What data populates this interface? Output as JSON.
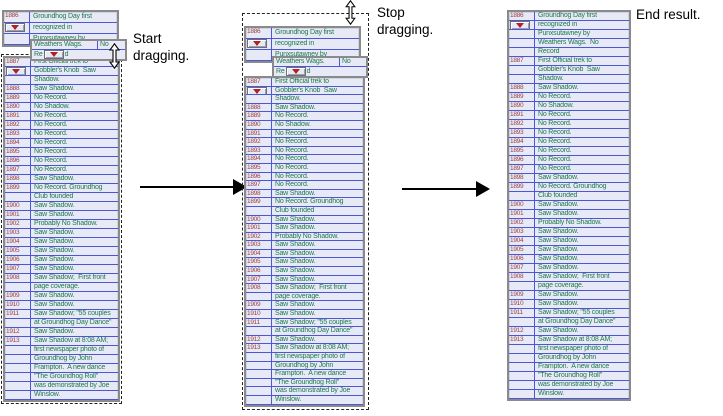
{
  "captions": {
    "start": "Start dragging.",
    "stop": "Stop dragging.",
    "end": "End result."
  },
  "colors": {
    "cell_background": "#e7eaf6",
    "grid_blue": "#4c57d6",
    "record_text_green": "#1f7a4a",
    "year_text_red": "#9c4040",
    "dropdown_arrow_red": "#b22222",
    "frame_gray": "#8a8a8a"
  },
  "icons": {
    "dropdown_arrow": "red-down-triangle",
    "resize_cursor": "vertical-double-arrow"
  },
  "fragments": {
    "a": {
      "entries": [
        {
          "year": "1886",
          "button": true,
          "lines": [
            "Groundhog Day first",
            "recognized in",
            "Punxsutawney by"
          ]
        }
      ]
    },
    "b": {
      "col1": "Weathers Wags.",
      "col2": "No",
      "pre": "Re",
      "post": "d"
    }
  },
  "drag_table": {
    "entries": [
      {
        "year": "1887",
        "button": true,
        "lines": [
          "First Official trek to",
          "Gobbler's Knob  Saw",
          "Shadow."
        ]
      },
      {
        "year": "1888",
        "lines": [
          "Saw Shadow."
        ]
      },
      {
        "year": "1889",
        "lines": [
          "No Record."
        ]
      },
      {
        "year": "1890",
        "lines": [
          "No Shadow."
        ]
      },
      {
        "year": "1891",
        "lines": [
          "No Record."
        ]
      },
      {
        "year": "1892",
        "lines": [
          "No Record."
        ]
      },
      {
        "year": "1893",
        "lines": [
          "No Record."
        ]
      },
      {
        "year": "1894",
        "lines": [
          "No Record."
        ]
      },
      {
        "year": "1895",
        "lines": [
          "No Record."
        ]
      },
      {
        "year": "1896",
        "lines": [
          "No Record."
        ]
      },
      {
        "year": "1897",
        "lines": [
          "No Record."
        ]
      },
      {
        "year": "1898",
        "lines": [
          "Saw Shadow."
        ]
      },
      {
        "year": "1899",
        "lines": [
          "No Record. Groundhog",
          "Club founded"
        ]
      },
      {
        "year": "1900",
        "lines": [
          "Saw Shadow."
        ]
      },
      {
        "year": "1901",
        "lines": [
          "Saw Shadow."
        ]
      },
      {
        "year": "1902",
        "lines": [
          "Probably No Shadow."
        ]
      },
      {
        "year": "1903",
        "lines": [
          "Saw Shadow."
        ]
      },
      {
        "year": "1904",
        "lines": [
          "Saw Shadow."
        ]
      },
      {
        "year": "1905",
        "lines": [
          "Saw Shadow."
        ]
      },
      {
        "year": "1906",
        "lines": [
          "Saw Shadow."
        ]
      },
      {
        "year": "1907",
        "lines": [
          "Saw Shadow."
        ]
      },
      {
        "year": "1908",
        "lines": [
          "Saw Shadow;  First front",
          "page coverage."
        ]
      },
      {
        "year": "1909",
        "lines": [
          "Saw Shadow."
        ]
      },
      {
        "year": "1910",
        "lines": [
          "Saw Shadow."
        ]
      },
      {
        "year": "1911",
        "lines": [
          "Saw Shadow; \"55 couples",
          "at Groundhog Day Dance\""
        ]
      },
      {
        "year": "1912",
        "lines": [
          "Saw Shadow."
        ]
      },
      {
        "year": "1913",
        "lines": [
          "Saw Shadow at 8:08 AM;",
          "first newspaper photo of",
          "Groundhog by John",
          "Frampton.  A new dance",
          "\"The Groundhog Roll\"",
          "was demonstrated by Joe",
          "Winslow."
        ]
      }
    ]
  },
  "result_table": {
    "entries": [
      {
        "year": "1886",
        "button": true,
        "lines": [
          "Groundhog Day first",
          "recognized in",
          "Punxsutawney by",
          "Weathers Wags.  No",
          "Record"
        ]
      },
      {
        "year": "1887",
        "lines": [
          "First Official trek to",
          "Gobbler's Knob  Saw",
          "Shadow."
        ]
      },
      {
        "year": "1888",
        "lines": [
          "Saw Shadow."
        ]
      },
      {
        "year": "1889",
        "lines": [
          "No Record."
        ]
      },
      {
        "year": "1890",
        "lines": [
          "No Shadow."
        ]
      },
      {
        "year": "1891",
        "lines": [
          "No Record."
        ]
      },
      {
        "year": "1892",
        "lines": [
          "No Record."
        ]
      },
      {
        "year": "1893",
        "lines": [
          "No Record."
        ]
      },
      {
        "year": "1894",
        "lines": [
          "No Record."
        ]
      },
      {
        "year": "1895",
        "lines": [
          "No Record."
        ]
      },
      {
        "year": "1896",
        "lines": [
          "No Record."
        ]
      },
      {
        "year": "1897",
        "lines": [
          "No Record."
        ]
      },
      {
        "year": "1898",
        "lines": [
          "Saw Shadow."
        ]
      },
      {
        "year": "1899",
        "lines": [
          "No Record. Groundhog",
          "Club founded"
        ]
      },
      {
        "year": "1900",
        "lines": [
          "Saw Shadow."
        ]
      },
      {
        "year": "1901",
        "lines": [
          "Saw Shadow."
        ]
      },
      {
        "year": "1902",
        "lines": [
          "Probably No Shadow."
        ]
      },
      {
        "year": "1903",
        "lines": [
          "Saw Shadow."
        ]
      },
      {
        "year": "1904",
        "lines": [
          "Saw Shadow."
        ]
      },
      {
        "year": "1905",
        "lines": [
          "Saw Shadow."
        ]
      },
      {
        "year": "1906",
        "lines": [
          "Saw Shadow."
        ]
      },
      {
        "year": "1907",
        "lines": [
          "Saw Shadow."
        ]
      },
      {
        "year": "1908",
        "lines": [
          "Saw Shadow;  First front",
          "page coverage."
        ]
      },
      {
        "year": "1909",
        "lines": [
          "Saw Shadow."
        ]
      },
      {
        "year": "1910",
        "lines": [
          "Saw Shadow."
        ]
      },
      {
        "year": "1911",
        "lines": [
          "Saw Shadow; \"55 couples",
          "at Groundhog Day Dance\""
        ]
      },
      {
        "year": "1912",
        "lines": [
          "Saw Shadow."
        ]
      },
      {
        "year": "1913",
        "lines": [
          "Saw Shadow at 8:08 AM;",
          "first newspaper photo of",
          "Groundhog by John",
          "Frampton.  A new dance",
          "\"The Groundhog Roll\"",
          "was demonstrated by Joe",
          "Winslow."
        ]
      }
    ]
  }
}
